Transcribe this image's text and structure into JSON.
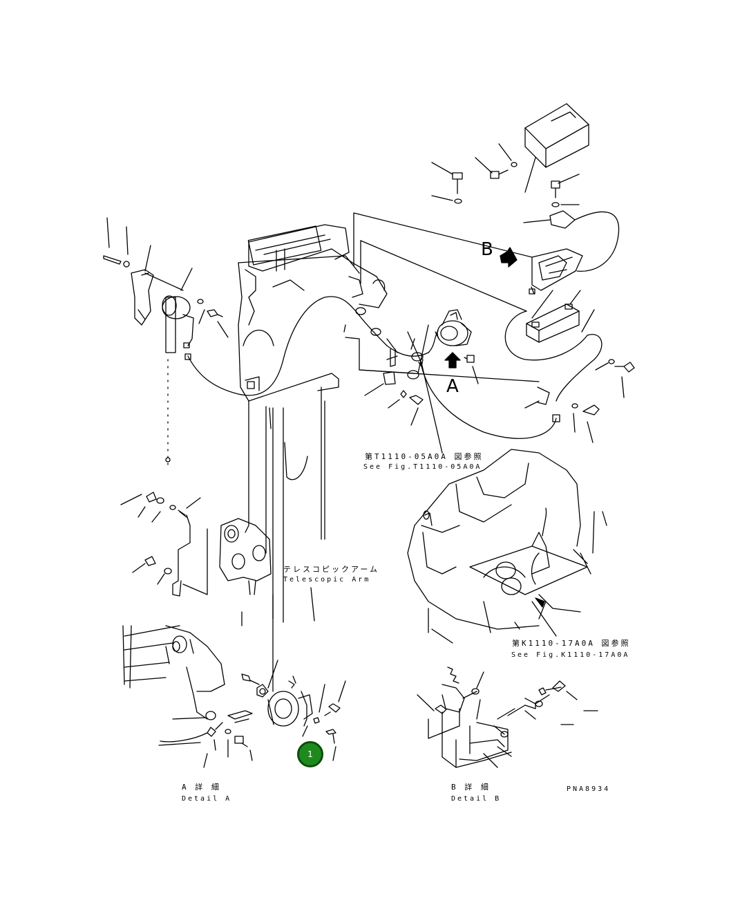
{
  "labels": {
    "view_b": "B",
    "view_a": "A",
    "ref_t_jp": "第T1110-05A0A 図参照",
    "ref_t_en": "See Fig.T1110-05A0A",
    "arm_jp": "テレスコピックアーム",
    "arm_en": "Telescopic Arm",
    "ref_k_jp": "第K1110-17A0A 図参照",
    "ref_k_en": "See Fig.K1110-17A0A",
    "detail_a_jp": "A 詳 細",
    "detail_a_en": "Detail A",
    "detail_b_jp": "B 詳 細",
    "detail_b_en": "Detail B",
    "drawing_no": "PNA8934"
  },
  "callout": {
    "number": "1",
    "color": "#1e8a1e"
  }
}
